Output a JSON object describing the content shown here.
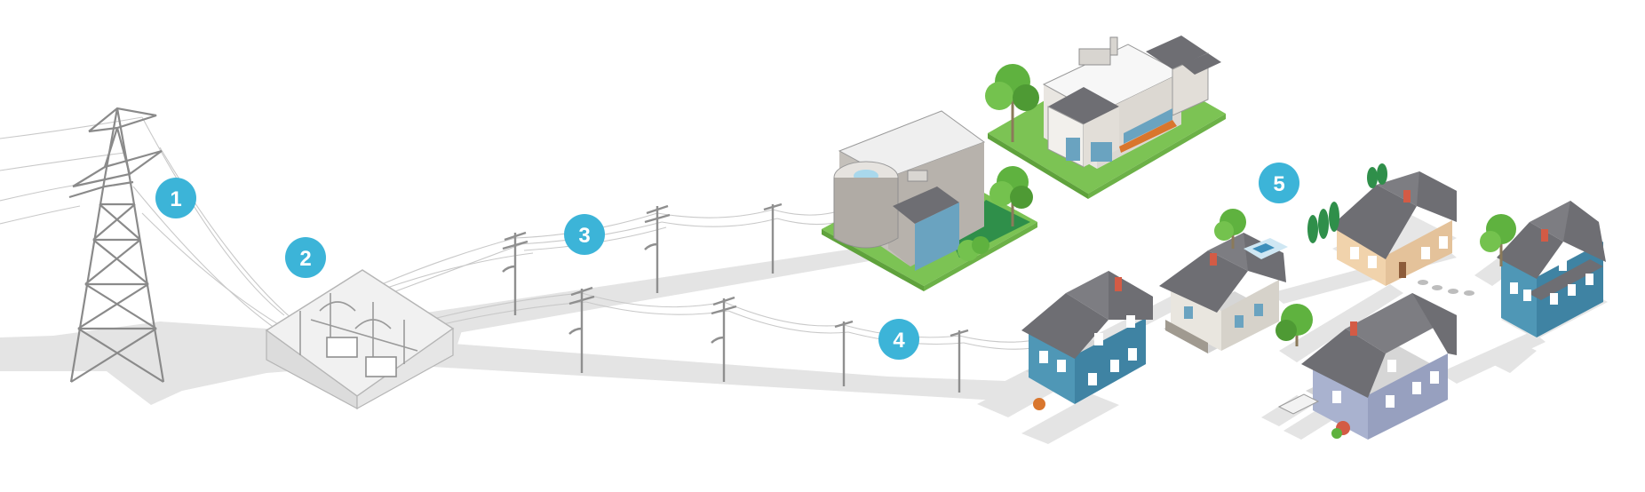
{
  "steps": [
    {
      "label": "1"
    },
    {
      "label": "2"
    },
    {
      "label": "3"
    },
    {
      "label": "4"
    },
    {
      "label": "5"
    }
  ],
  "colors": {
    "badge": "#3cb4d8",
    "path": "#e4e4e4",
    "grass": "#7cc354",
    "roof": "#6e6e73",
    "blue_house": "#4f97b6",
    "tan_house": "#f1d3ac",
    "lavender_house": "#a9b2cf",
    "tree": "#5fb23f"
  }
}
